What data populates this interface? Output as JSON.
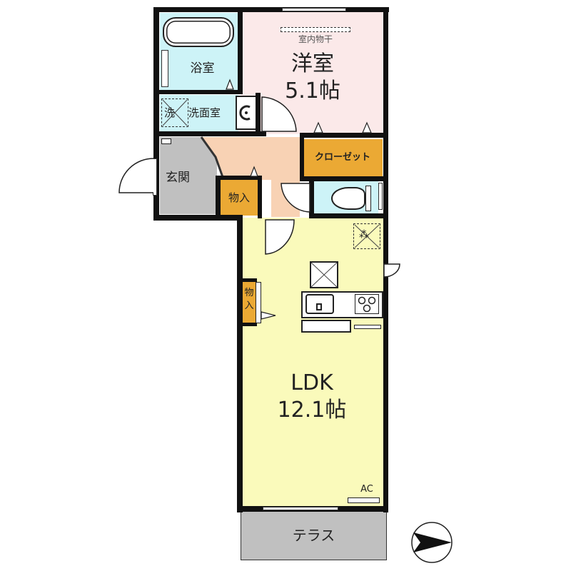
{
  "plan": {
    "rooms": {
      "western_room": {
        "name": "洋室",
        "size": "5.1帖",
        "note": "室内物干",
        "color": "#fbe9e9"
      },
      "bath": {
        "name": "浴室",
        "color": "#cdf3f7"
      },
      "washroom": {
        "name": "洗面室",
        "washer_label": "洗",
        "color": "#cdf3f7"
      },
      "entrance": {
        "name": "玄関",
        "color": "#c0c0c0"
      },
      "hall": {
        "color": "#f8d2b4"
      },
      "closet": {
        "name": "クローゼット",
        "color": "#eba934"
      },
      "storage_hall": {
        "name": "物入",
        "color": "#eba934"
      },
      "toilet": {
        "color": "#cdf3f7"
      },
      "ldk": {
        "name": "LDK",
        "size": "12.1帖",
        "color": "#fafabb"
      },
      "storage_ldk": {
        "name": "物入",
        "color": "#eba934"
      },
      "terrace": {
        "name": "テラス",
        "color": "#c0c0c0"
      }
    },
    "fixtures": {
      "ac_label": "AC",
      "fridge_space_label": "",
      "washer_label": "洗"
    },
    "compass": {
      "direction": "east",
      "icon": "north-arrow"
    }
  }
}
